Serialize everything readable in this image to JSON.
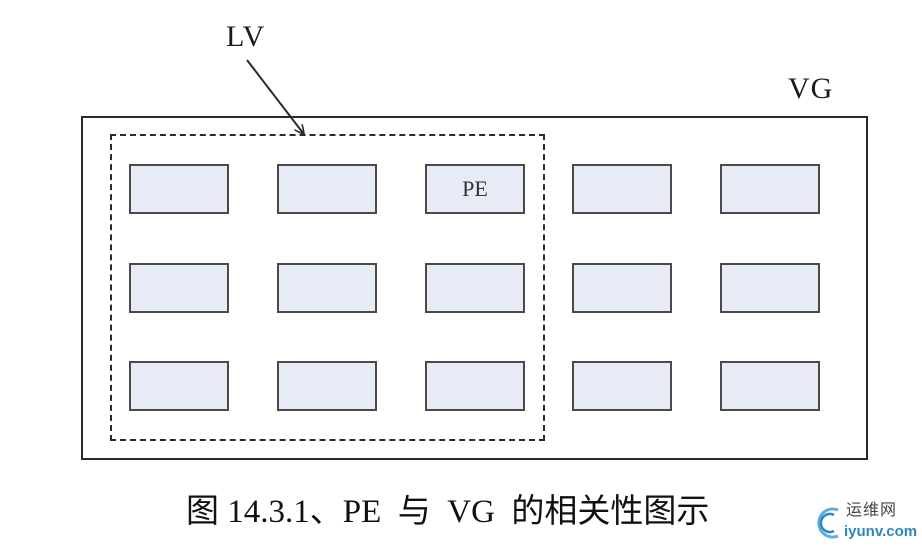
{
  "diagram": {
    "lv_label": "LV",
    "vg_label": "VG",
    "pe_label": "PE",
    "pe_rows": 3,
    "pe_cols": 5,
    "lv_cols": 3,
    "pe_fill_color": "#e6ebf5"
  },
  "caption": "图 14.3.1、PE  与  VG  的相关性图示",
  "watermark": {
    "top_text": "运维网",
    "bottom_text": "iyunv.com",
    "color": "#2e86c1"
  }
}
